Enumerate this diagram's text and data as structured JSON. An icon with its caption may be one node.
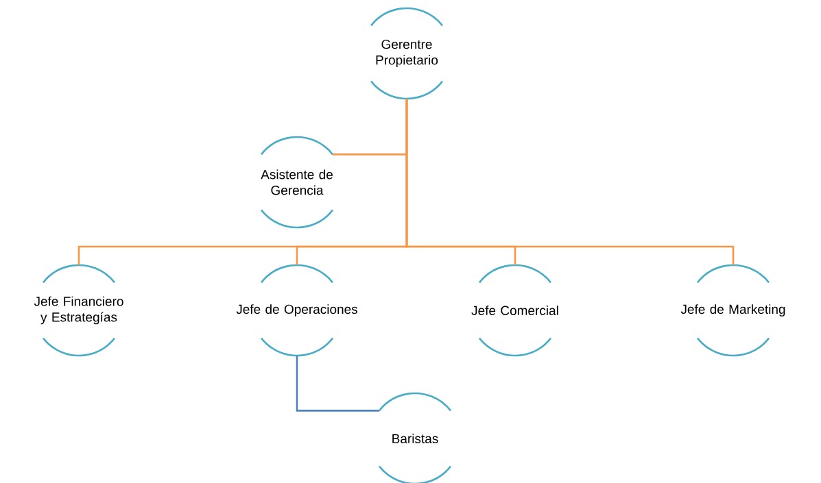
{
  "diagram": {
    "nodes": [
      {
        "text": [
          "Gerentre Propietario"
        ]
      },
      {
        "text": [
          "Asistente de Gerencia"
        ]
      },
      {
        "text": [
          "Jefe Financiero y Estrategías"
        ]
      },
      {
        "text": [
          "Jefe de Operaciones"
        ]
      },
      {
        "text": [
          "Jefe Comercial"
        ]
      },
      {
        "text": [
          "Jefe de Marketing"
        ]
      },
      {
        "text": [
          "Baristas"
        ]
      }
    ],
    "edges": [
      {
        "from": 0,
        "to": 1,
        "arrow": "none"
      },
      {
        "from": 0,
        "to": 2,
        "arrow": "none"
      },
      {
        "from": 0,
        "to": 3,
        "arrow": "none"
      },
      {
        "from": 0,
        "to": 4,
        "arrow": "none"
      },
      {
        "from": 0,
        "to": 5,
        "arrow": "none"
      },
      {
        "from": 3,
        "to": 6,
        "arrow": "none",
        "color": "#4f81bd"
      }
    ]
  }
}
